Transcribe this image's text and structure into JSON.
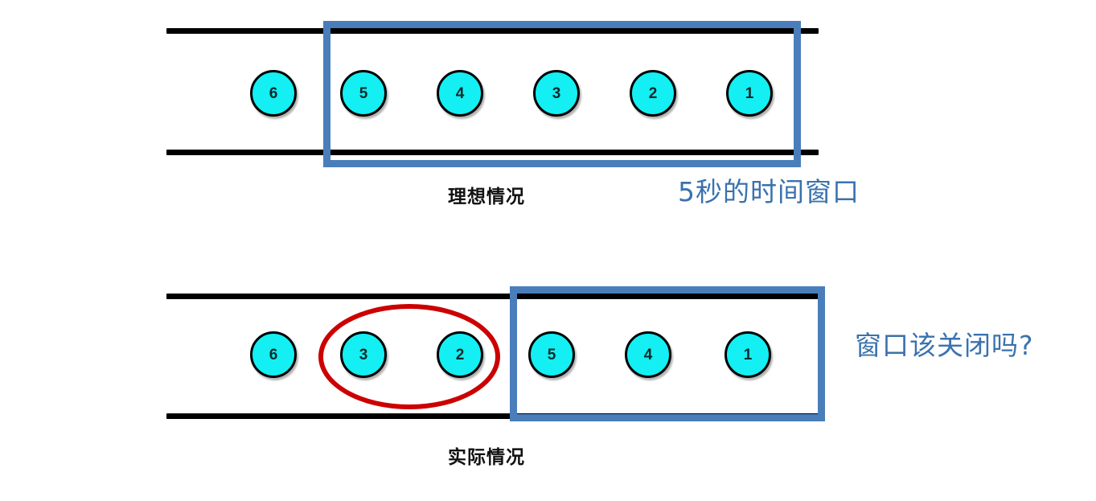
{
  "diagram": {
    "title": "Sliding time window: ideal vs actual event order",
    "colors": {
      "event_fill": "#13EFF2",
      "event_stroke": "#000000",
      "window_stroke": "#4A7EBB",
      "highlight_stroke": "#CC0000",
      "rail": "#000000",
      "annotation_text": "#3A72AD",
      "caption_text": "#111111",
      "background": "#FFFFFF"
    },
    "sections": [
      {
        "id": "ideal",
        "caption": "理想情况",
        "annotation": "5秒的时间窗口",
        "events": [
          {
            "label": "6",
            "in_window": false,
            "late": false
          },
          {
            "label": "5",
            "in_window": true,
            "late": false
          },
          {
            "label": "4",
            "in_window": true,
            "late": false
          },
          {
            "label": "3",
            "in_window": true,
            "late": false
          },
          {
            "label": "2",
            "in_window": true,
            "late": false
          },
          {
            "label": "1",
            "in_window": true,
            "late": false
          }
        ],
        "window_label": "5秒的时间窗口",
        "window_contains": [
          "5",
          "4",
          "3",
          "2",
          "1"
        ]
      },
      {
        "id": "actual",
        "caption": "实际情况",
        "annotation": "窗口该关闭吗?",
        "events": [
          {
            "label": "6",
            "in_window": false,
            "late": false
          },
          {
            "label": "3",
            "in_window": false,
            "late": true
          },
          {
            "label": "2",
            "in_window": false,
            "late": true
          },
          {
            "label": "5",
            "in_window": true,
            "late": false
          },
          {
            "label": "4",
            "in_window": true,
            "late": false
          },
          {
            "label": "1",
            "in_window": true,
            "late": false
          }
        ],
        "window_contains": [
          "5",
          "4",
          "1"
        ],
        "highlighted_out_of_order": [
          "3",
          "2"
        ]
      }
    ]
  }
}
